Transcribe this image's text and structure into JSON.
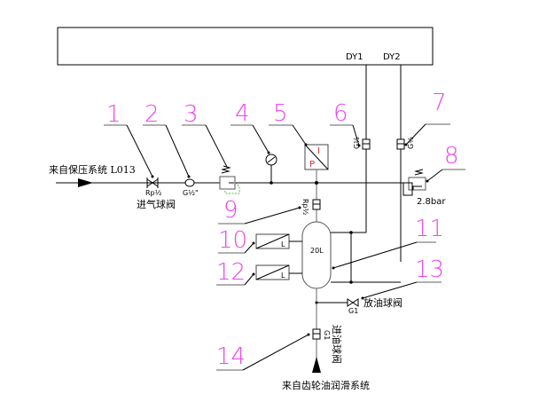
{
  "diagram": {
    "type": "pneumatic-hydraulic schematic",
    "control_box": {
      "signals": [
        "DY1",
        "DY2"
      ]
    },
    "inlet": {
      "label": "来自保压系统 L013"
    },
    "bottom_inlet": {
      "label": "来自齿轮油润滑系统"
    },
    "tank": {
      "label": "20L"
    },
    "components": [
      {
        "id": "1",
        "name": "inlet-ball-valve",
        "spec": "Rp½",
        "caption": "进气球阀"
      },
      {
        "id": "2",
        "name": "check-orifice",
        "spec": "G½\""
      },
      {
        "id": "3",
        "name": "pressure-regulator"
      },
      {
        "id": "4",
        "name": "pressure-gauge"
      },
      {
        "id": "5",
        "name": "pressure-transducer",
        "symbol_top": "I",
        "symbol_bottom": "P"
      },
      {
        "id": "6",
        "name": "solenoid-valve-dy1",
        "spec": "G½"
      },
      {
        "id": "7",
        "name": "solenoid-valve-dy2",
        "spec": "G½"
      },
      {
        "id": "8",
        "name": "relief-valve",
        "spec": "2.8bar"
      },
      {
        "id": "9",
        "name": "tank-inlet-valve",
        "spec": "Rp½"
      },
      {
        "id": "10",
        "name": "level-switch-upper",
        "symbol": "L"
      },
      {
        "id": "11",
        "name": "oil-tank"
      },
      {
        "id": "12",
        "name": "level-switch-lower",
        "symbol": "L"
      },
      {
        "id": "13",
        "name": "drain-ball-valve",
        "spec": "G1",
        "caption": "放油球阀"
      },
      {
        "id": "14",
        "name": "inlet-oil-ball-valve",
        "spec": "G1",
        "caption": "进油球阀"
      }
    ],
    "colors": {
      "callout_numbers": "#ee44ee",
      "lines": "#000000",
      "leader_lines": "#808080",
      "drain_bypass": "#33cc33",
      "transducer_symbols": "#e03030"
    }
  }
}
